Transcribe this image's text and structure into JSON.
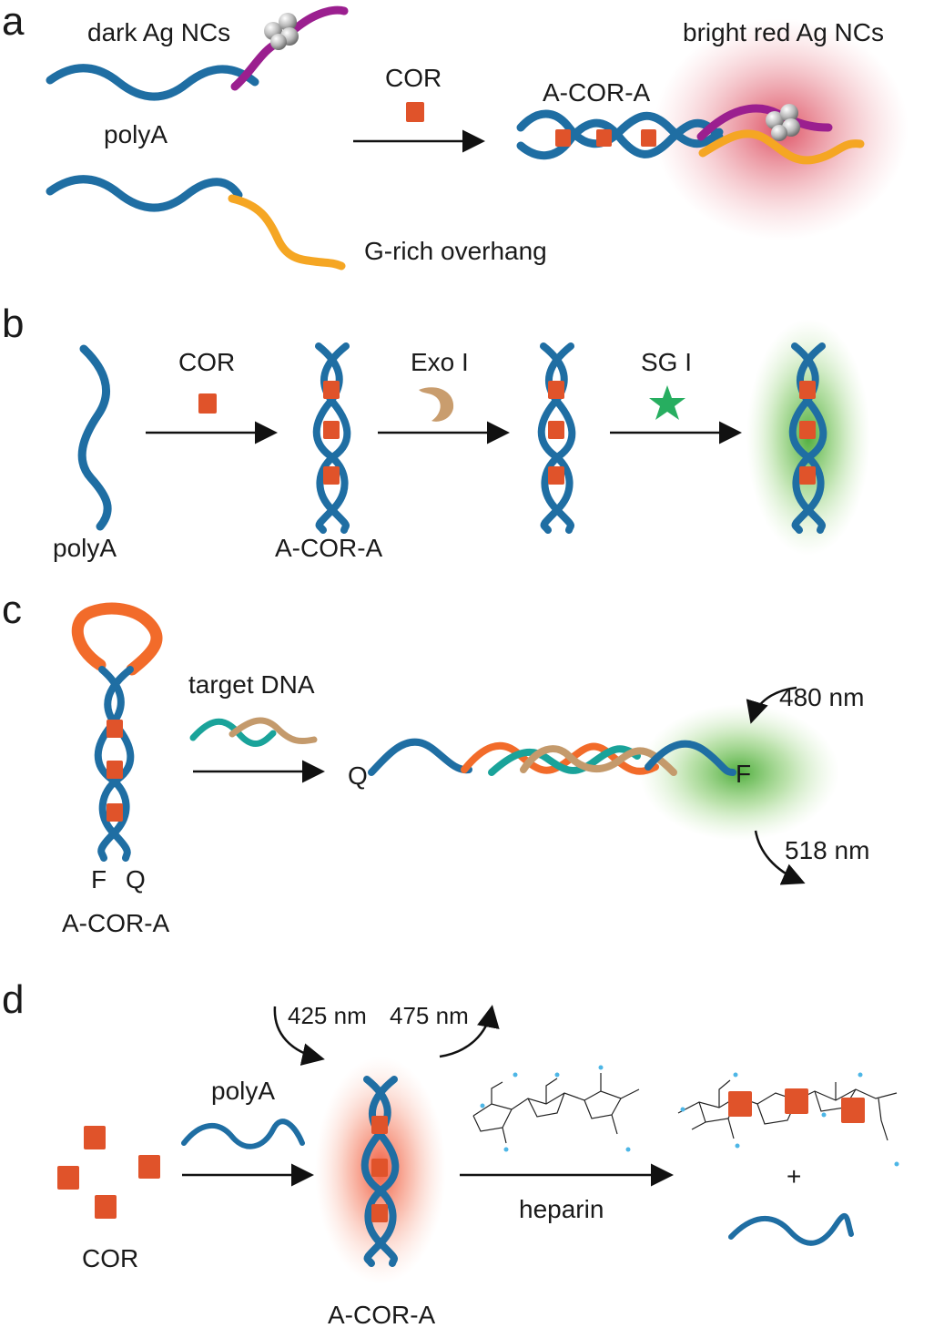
{
  "panels": {
    "a": {
      "letter": "a",
      "dark": "dark Ag NCs",
      "bright": "bright red Ag NCs",
      "polyA": "polyA",
      "cor": "COR",
      "product": "A-COR-A",
      "overhang": "G-rich overhang"
    },
    "b": {
      "letter": "b",
      "cor": "COR",
      "exo": "Exo I",
      "sg": "SG I",
      "polyA": "polyA",
      "product": "A-COR-A"
    },
    "c": {
      "letter": "c",
      "target": "target DNA",
      "q_left": "Q",
      "f_right": "F",
      "excitation": "480 nm",
      "emission": "518 nm",
      "f_label": "F",
      "q_label": "Q",
      "product": "A-COR-A"
    },
    "d": {
      "letter": "d",
      "excitation": "425 nm",
      "emission": "475 nm",
      "polyA": "polyA",
      "cor": "COR",
      "product": "A-COR-A",
      "heparin": "heparin",
      "plus": "+"
    }
  },
  "colors": {
    "dna_blue": "#1f6ea3",
    "cor_orange": "#e0532a",
    "purple": "#9b1f8f",
    "yellow": "#f5a623",
    "green_glow": "#4caf2a",
    "red_glow": "#e34a5a",
    "orange_glow": "#f26b4b",
    "teal": "#1aa39a",
    "tan": "#c49a6c",
    "exo_tan": "#c99d6e",
    "star_green": "#27ae60"
  }
}
